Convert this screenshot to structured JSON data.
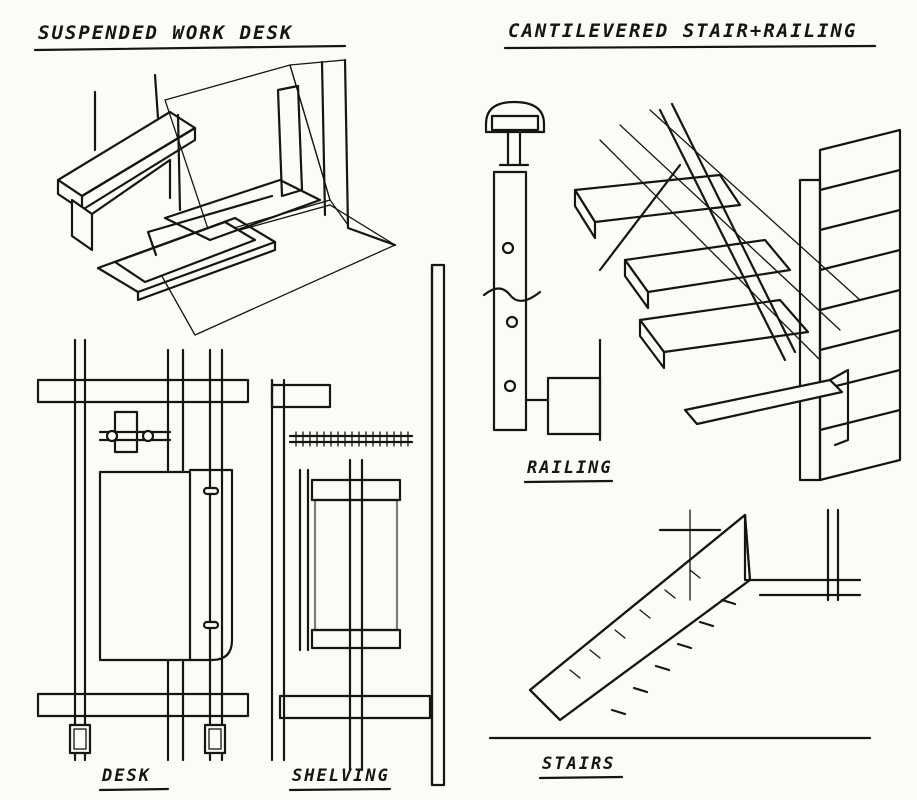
{
  "sheet": {
    "labels": {
      "suspended_desk": "SUSPENDED WORK DESK",
      "cantilevered_stair": "CANTILEVERED STAIR+RAILING",
      "railing": "RAILING",
      "desk": "DESK",
      "shelving": "SHELVING",
      "stairs": "STAIRS"
    }
  }
}
